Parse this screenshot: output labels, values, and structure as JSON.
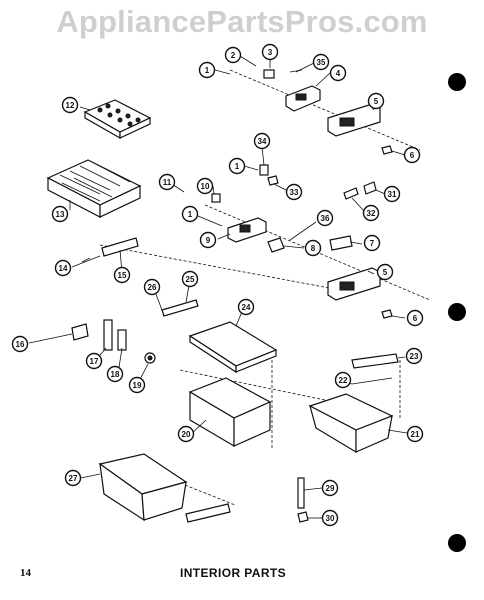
{
  "watermark": "AppliancePartsPros.com",
  "page_number": "14",
  "page_title": "INTERIOR PARTS",
  "callouts": [
    {
      "id": "c1a",
      "label": "1"
    },
    {
      "id": "c2",
      "label": "2"
    },
    {
      "id": "c3",
      "label": "3"
    },
    {
      "id": "c35",
      "label": "35"
    },
    {
      "id": "c4",
      "label": "4"
    },
    {
      "id": "c5a",
      "label": "5"
    },
    {
      "id": "c6a",
      "label": "6"
    },
    {
      "id": "c12",
      "label": "12"
    },
    {
      "id": "c34",
      "label": "34"
    },
    {
      "id": "c1b",
      "label": "1"
    },
    {
      "id": "c33",
      "label": "33"
    },
    {
      "id": "c11",
      "label": "11"
    },
    {
      "id": "c10",
      "label": "10"
    },
    {
      "id": "c31",
      "label": "31"
    },
    {
      "id": "c32",
      "label": "32"
    },
    {
      "id": "c13",
      "label": "13"
    },
    {
      "id": "c1c",
      "label": "1"
    },
    {
      "id": "c36",
      "label": "36"
    },
    {
      "id": "c9",
      "label": "9"
    },
    {
      "id": "c8",
      "label": "8"
    },
    {
      "id": "c7",
      "label": "7"
    },
    {
      "id": "c14",
      "label": "14"
    },
    {
      "id": "c15",
      "label": "15"
    },
    {
      "id": "c5b",
      "label": "5"
    },
    {
      "id": "c26",
      "label": "26"
    },
    {
      "id": "c25",
      "label": "25"
    },
    {
      "id": "c24",
      "label": "24"
    },
    {
      "id": "c6b",
      "label": "6"
    },
    {
      "id": "c16",
      "label": "16"
    },
    {
      "id": "c17",
      "label": "17"
    },
    {
      "id": "c18",
      "label": "18"
    },
    {
      "id": "c19",
      "label": "19"
    },
    {
      "id": "c23",
      "label": "23"
    },
    {
      "id": "c22",
      "label": "22"
    },
    {
      "id": "c20",
      "label": "20"
    },
    {
      "id": "c21",
      "label": "21"
    },
    {
      "id": "c27",
      "label": "27"
    },
    {
      "id": "c29",
      "label": "29"
    },
    {
      "id": "c30",
      "label": "30"
    }
  ]
}
